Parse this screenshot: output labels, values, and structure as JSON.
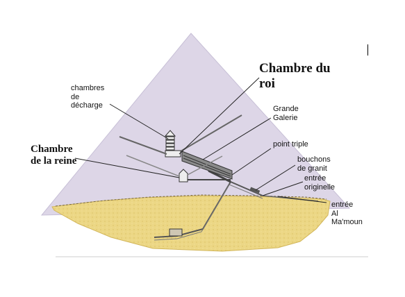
{
  "labels": {
    "chambre_du_roi": [
      "Chambre du",
      "roi"
    ],
    "chambres_de_decharge": [
      "chambres",
      "de",
      "décharge"
    ],
    "grande_galerie": [
      "Grande",
      "Galerie"
    ],
    "chambre_de_la_reine": [
      "Chambre",
      "de la reine"
    ],
    "point_triple": "point triple",
    "bouchons_de_granit": [
      "bouchons",
      "de granit"
    ],
    "entree_originelle": [
      "entrée",
      "originelle"
    ],
    "entree_al_mamoun": [
      "entrée",
      "Al",
      "Ma'moun"
    ]
  },
  "colors": {
    "pyramid": "#ddd6e7",
    "ground": "#ecd785",
    "ground_dark": "#d6b95a",
    "line": "#222222"
  }
}
